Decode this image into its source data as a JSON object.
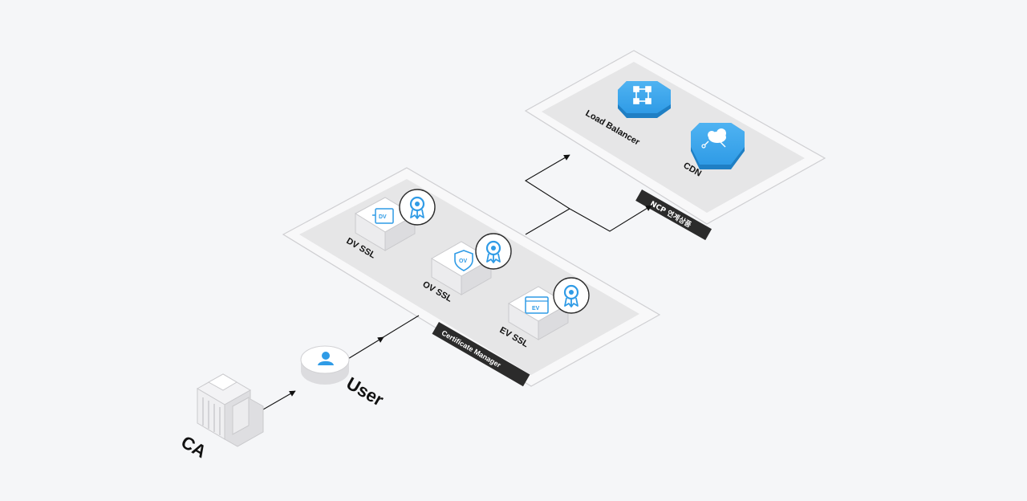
{
  "nodes": {
    "ca": {
      "label": "CA"
    },
    "user": {
      "label": "User"
    }
  },
  "certificate_manager": {
    "tag": "Certificate Manager",
    "items": [
      {
        "label": "DV SSL",
        "badge": "DV"
      },
      {
        "label": "OV SSL",
        "badge": "OV"
      },
      {
        "label": "EV SSL",
        "badge": "EV"
      }
    ]
  },
  "ncp": {
    "tag": "NCP 연계상품",
    "items": [
      {
        "label": "Load Balancer"
      },
      {
        "label": "CDN"
      }
    ]
  },
  "colors": {
    "background": "#f5f6f8",
    "panel": "#e6e6e7",
    "panel_border": "#f8f8f9",
    "tag": "#2b2b2b",
    "accent_blue": "#2f9be6",
    "line": "#111111"
  }
}
